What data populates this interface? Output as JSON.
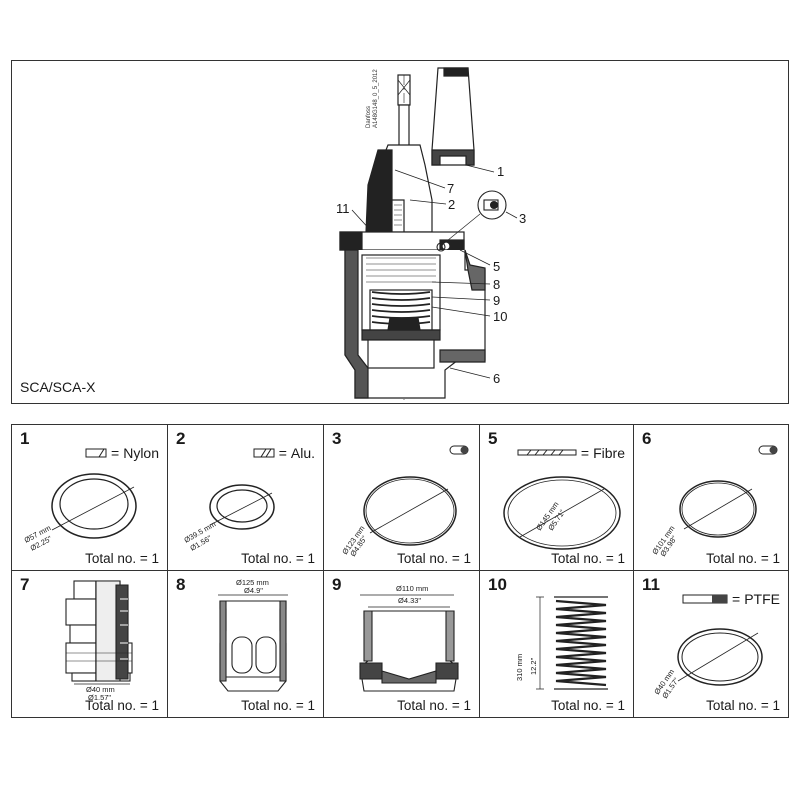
{
  "assembly": {
    "caption": "SCA/SCA-X",
    "side_code_line1": "Danfoss",
    "side_code_line2": "A148G148_0_5_2012",
    "callouts": [
      "1",
      "7",
      "2",
      "11",
      "3",
      "5",
      "8",
      "9",
      "10",
      "6"
    ]
  },
  "parts": [
    {
      "number": "1",
      "material": "Nylon",
      "material_prefix": "= ",
      "dim_mm": "Ø57 mm",
      "dim_in": "Ø2.25\"",
      "total": "Total no. = 1"
    },
    {
      "number": "2",
      "material": "Alu.",
      "material_prefix": "= ",
      "dim_mm": "Ø39.5 mm",
      "dim_in": "Ø1.56\"",
      "total": "Total no. = 1"
    },
    {
      "number": "3",
      "material": "",
      "material_prefix": "",
      "dim_mm": "Ø123 mm",
      "dim_in": "Ø4.85\"",
      "total": "Total no. = 1"
    },
    {
      "number": "5",
      "material": "Fibre",
      "material_prefix": "= ",
      "dim_mm": "Ø145 mm",
      "dim_in": "Ø5.71\"",
      "total": "Total no. = 1"
    },
    {
      "number": "6",
      "material": "",
      "material_prefix": "",
      "dim_mm": "Ø101 mm",
      "dim_in": "Ø3.98\"",
      "total": "Total no. = 1"
    },
    {
      "number": "7",
      "material": "",
      "material_prefix": "",
      "dim_mm": "Ø40 mm",
      "dim_in": "Ø1.57\"",
      "total": "Total no. = 1"
    },
    {
      "number": "8",
      "material": "",
      "material_prefix": "",
      "dim_mm": "Ø125 mm",
      "dim_in": "Ø4.9\"",
      "total": "Total no. = 1"
    },
    {
      "number": "9",
      "material": "",
      "material_prefix": "",
      "dim_mm": "Ø110 mm",
      "dim_in": "Ø4.33\"",
      "total": "Total no. = 1"
    },
    {
      "number": "10",
      "material": "",
      "material_prefix": "",
      "dim_mm": "310 mm",
      "dim_in": "12.2\"",
      "total": "Total no. = 1"
    },
    {
      "number": "11",
      "material": "PTFE",
      "material_prefix": "= ",
      "dim_mm": "Ø40 mm",
      "dim_in": "Ø1.57\"",
      "total": "Total no. = 1"
    }
  ]
}
